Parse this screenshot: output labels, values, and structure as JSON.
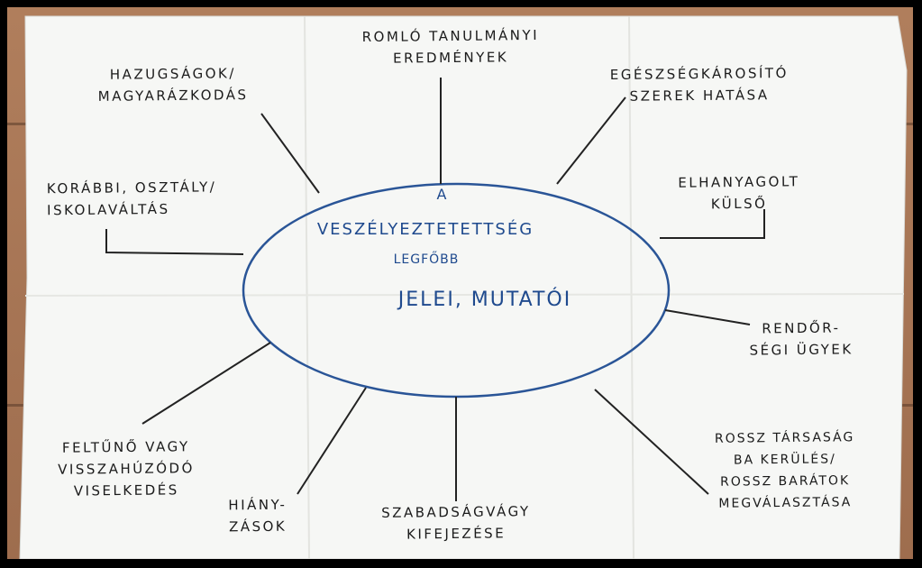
{
  "colors": {
    "ink": "#1b1b1b",
    "blue_ink": "#1f4a8e",
    "paper": "#f6f7f5",
    "floor": "#a9785a"
  },
  "center": {
    "line1": "A",
    "line2": "VESZÉLYEZTETETTSÉG",
    "line3": "LEGFŐBB",
    "line4": "JELEI, MUTATÓI"
  },
  "nodes": {
    "top": [
      "ROMLÓ TANULMÁNYI",
      "EREDMÉNYEK"
    ],
    "top_left": [
      "HAZUGSÁGOK/",
      "MAGYARÁZKODÁS"
    ],
    "left": [
      "KORÁBBI, OSZTÁLY/",
      "ISKOLAVÁLTÁS"
    ],
    "bottom_left": [
      "FELTŰNŐ VAGY",
      "VISSZAHÚZÓDÓ",
      "VISELKEDÉS"
    ],
    "bottom_mid_left": [
      "HIÁNY-",
      "ZÁSOK"
    ],
    "bottom": [
      "SZABADSÁGVÁGY",
      "KIFEJEZÉSE"
    ],
    "top_right": [
      "EGÉSZSÉGKÁROSÍTÓ",
      "SZEREK HATÁSA"
    ],
    "right_upper": [
      "ELHANYAGOLT",
      "KÜLSŐ"
    ],
    "right": [
      "RENDŐR-",
      "SÉGI ÜGYEK"
    ],
    "bottom_right": [
      "ROSSZ TÁRSASÁG",
      "BA KERÜLÉS/",
      "ROSSZ BARÁTOK",
      "MEGVÁLASZTÁSA"
    ]
  }
}
